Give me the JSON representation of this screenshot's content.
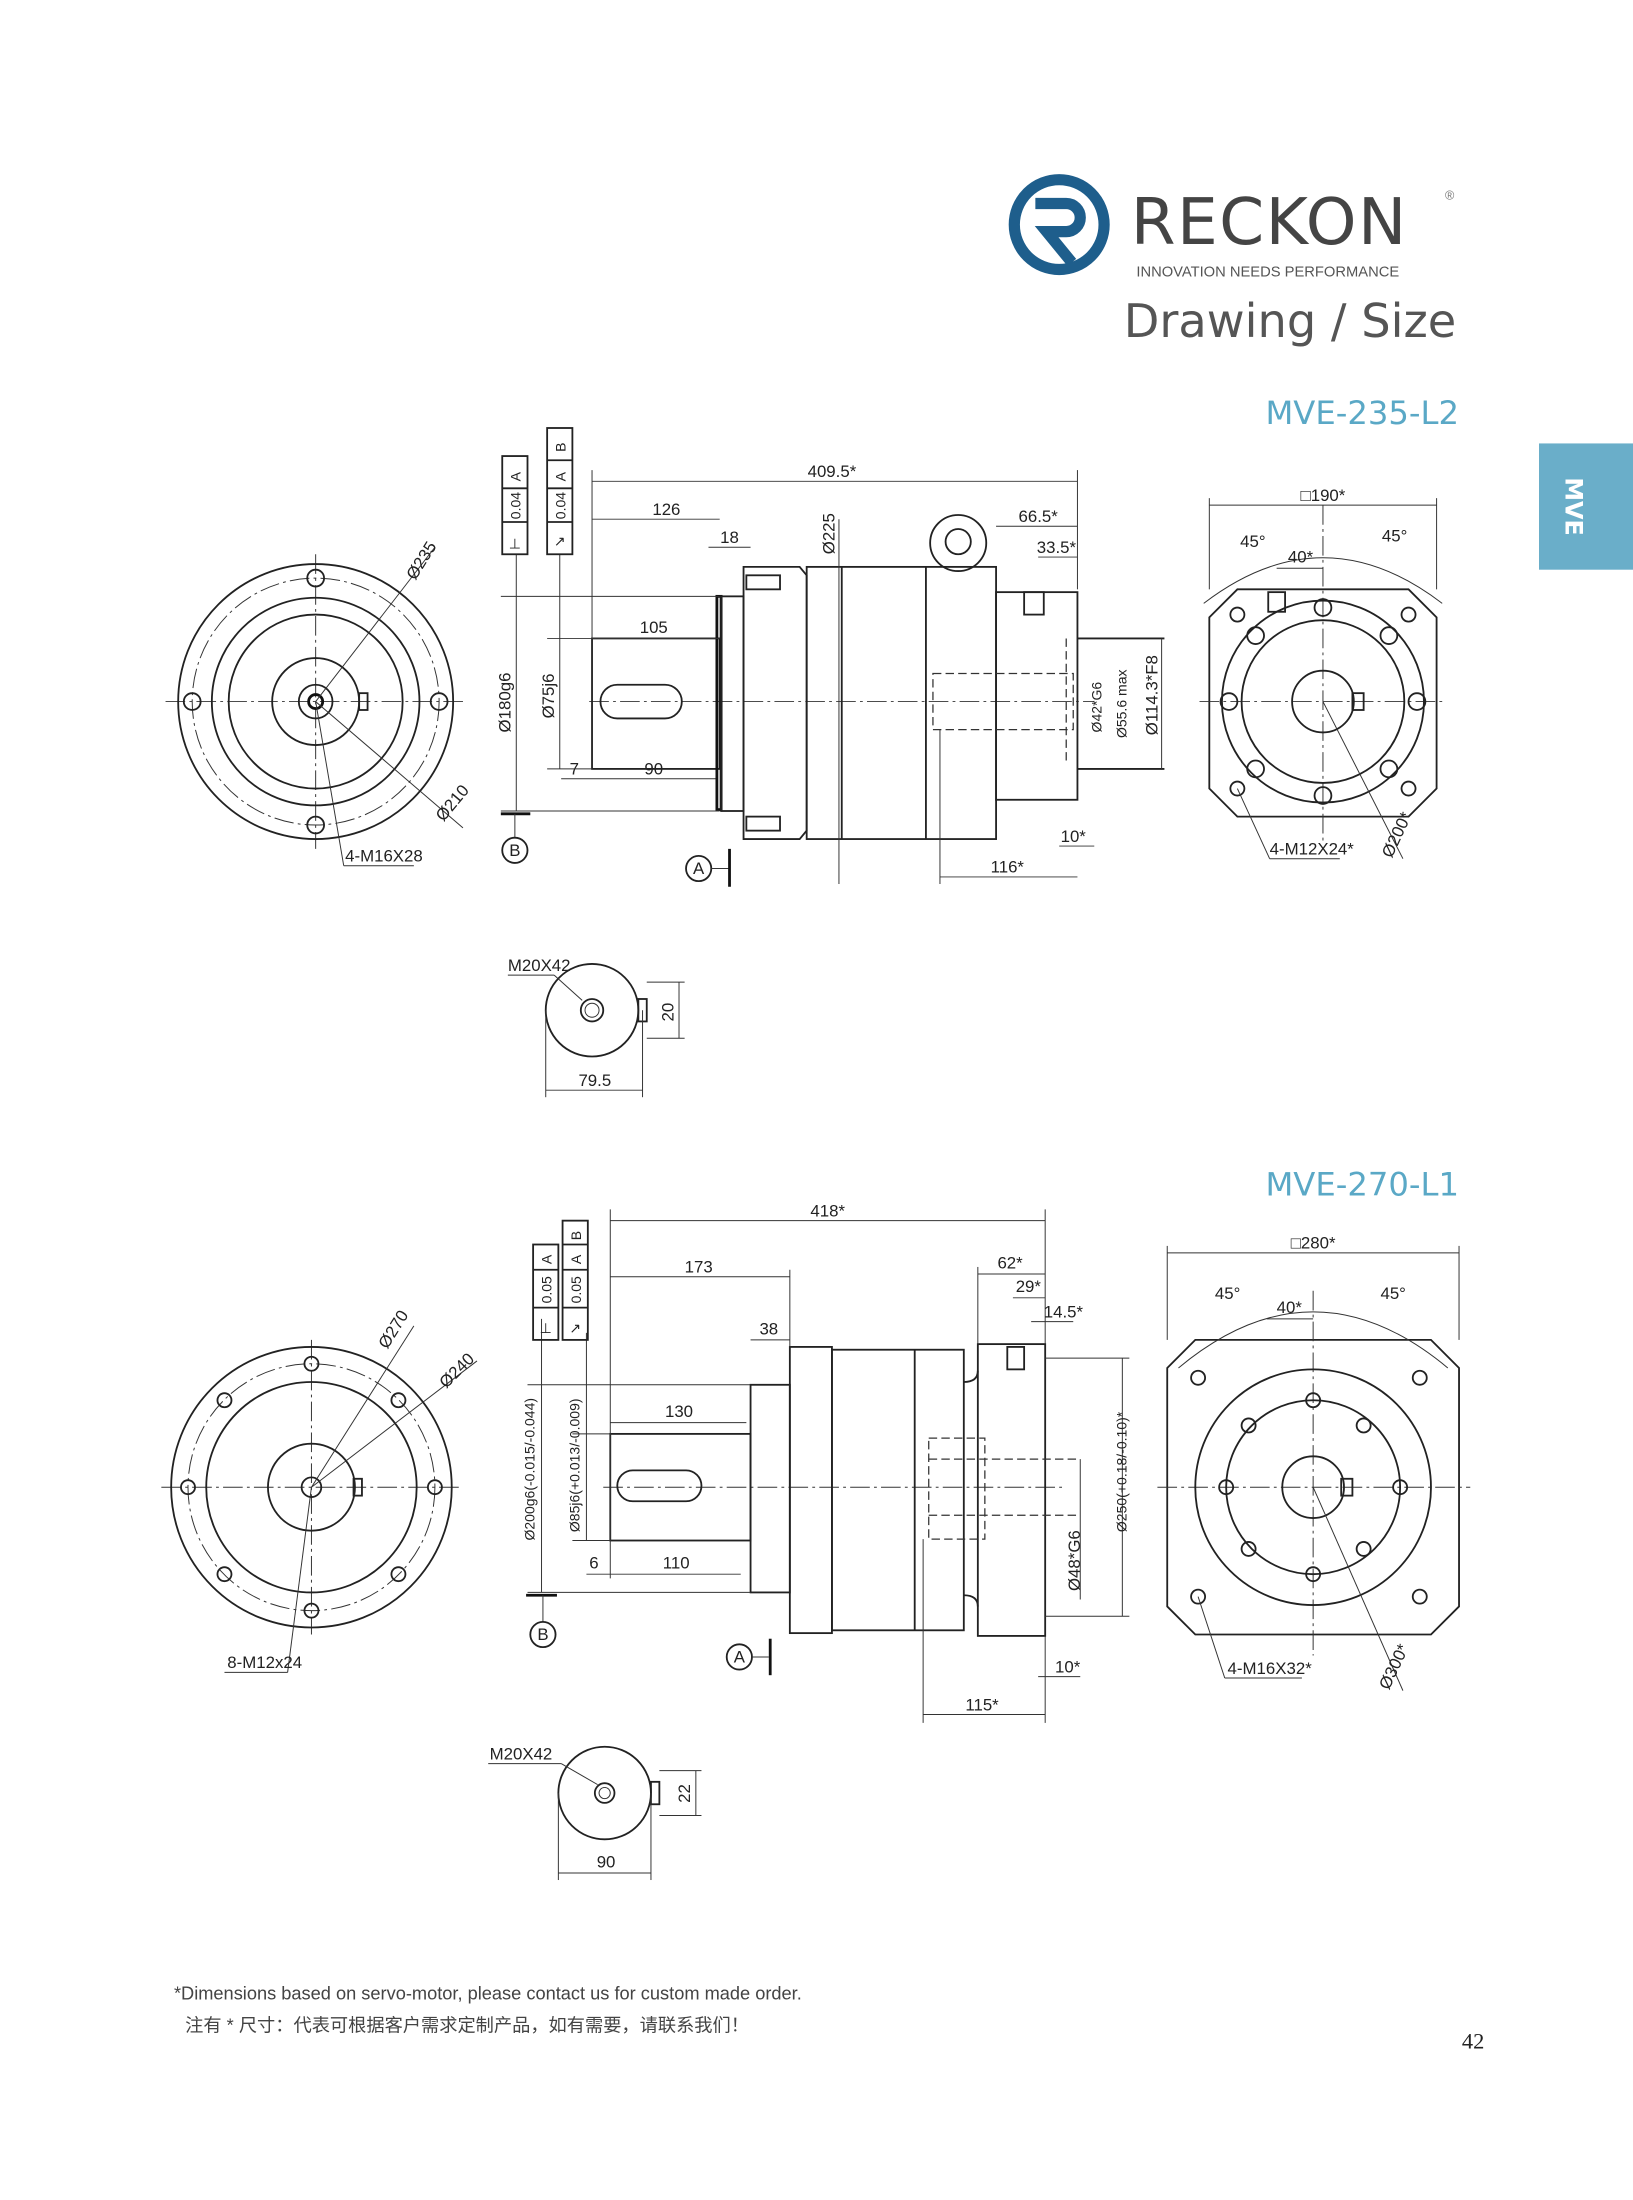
{
  "header": {
    "brand": "RECKON",
    "registered": "®",
    "tagline": "INNOVATION NEEDS PERFORMANCE",
    "title": "Drawing / Size",
    "side_tab": "MVE",
    "logo_color": "#1e5e8c",
    "accent_color": "#5aa8c6"
  },
  "drawings": [
    {
      "model": "MVE-235-L2",
      "front": {
        "dia_outer": "Ø235",
        "dia_pcd": "Ø210",
        "holes": "4-M16X28"
      },
      "side": {
        "total": "409.5*",
        "d126": "126",
        "d18": "18",
        "dia225": "Ø225",
        "d105": "105",
        "d66": "66.5*",
        "d33": "33.5*",
        "dia180": "Ø180g6",
        "dia75": "Ø75j6",
        "d7": "7",
        "d90": "90",
        "dia42": "Ø42*G6",
        "dia556": "Ø55.6 max",
        "dia114": "Ø114.3*F8",
        "d10": "10*",
        "d116": "116*",
        "datum_a": "A",
        "datum_b": "B",
        "tol1": [
          "⊥",
          "0.04",
          "A"
        ],
        "tol2": [
          "↗",
          "0.04",
          "A",
          "B"
        ]
      },
      "right": {
        "square": "□190*",
        "ang1": "45°",
        "ang2": "45°",
        "d40": "40*",
        "holes": "4-M12X24*",
        "dia": "Ø200*"
      },
      "shaft_end": {
        "thread": "M20X42",
        "key": "20",
        "height": "79.5"
      }
    },
    {
      "model": "MVE-270-L1",
      "front": {
        "dia_outer": "Ø270",
        "dia_pcd": "Ø240",
        "holes": "8-M12x24"
      },
      "side": {
        "total": "418*",
        "d173": "173",
        "d38": "38",
        "d130": "130",
        "d62": "62*",
        "d29": "29*",
        "d14": "14.5*",
        "dia200": "Ø200g6(-0.015/-0.044)",
        "dia85": "Ø85j6(+0.013/-0.009)",
        "d6": "6",
        "d110": "110",
        "dia48": "Ø48*G6",
        "dia250": "Ø250(+0.18/-0.10)*",
        "d10": "10*",
        "d115": "115*",
        "datum_a": "A",
        "datum_b": "B",
        "tol1": [
          "⊥",
          "0.05",
          "A"
        ],
        "tol2": [
          "↗",
          "0.05",
          "A",
          "B"
        ]
      },
      "right": {
        "square": "□280*",
        "ang1": "45°",
        "ang2": "45°",
        "d40": "40*",
        "holes": "4-M16X32*",
        "dia": "Ø300*"
      },
      "shaft_end": {
        "thread": "M20X42",
        "key": "22",
        "height": "90"
      }
    }
  ],
  "footer": {
    "note_en": "*Dimensions based on servo-motor,  please contact us for custom made order.",
    "note_cn": "注有 * 尺寸：代表可根据客户需求定制产品，如有需要，请联系我们！",
    "page_number": "42"
  }
}
